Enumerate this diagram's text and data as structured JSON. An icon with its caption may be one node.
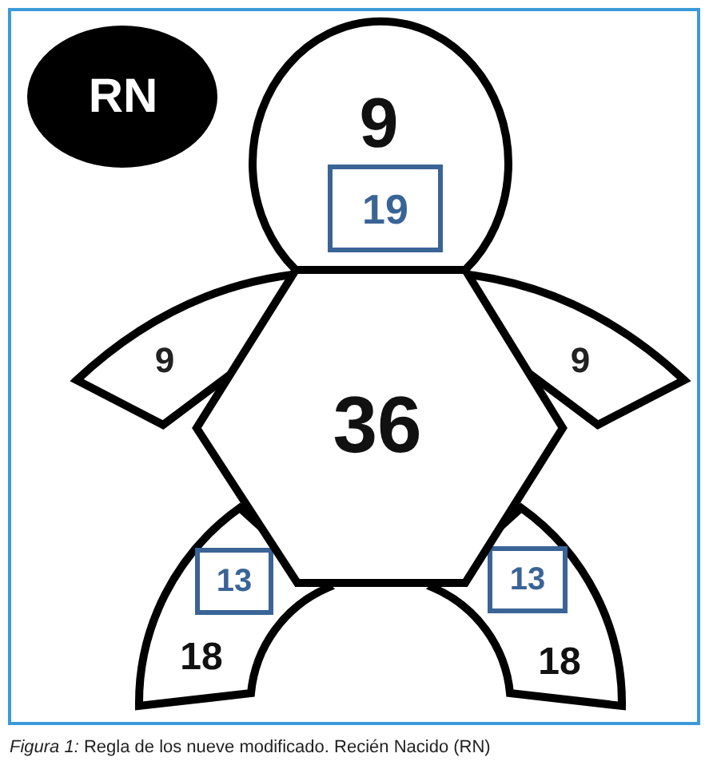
{
  "diagram": {
    "caption": "*Figura 1:* Regla de los nueve modificado. Recién Nacido (RN)",
    "nodes": [
      {
        "text": [
          "RN"
        ]
      },
      {
        "text": [
          "9"
        ]
      },
      {
        "text": [
          "19"
        ],
        "in": 1
      },
      {
        "text": [
          "36"
        ]
      },
      {
        "text": [
          "9"
        ]
      },
      {
        "text": [
          "9"
        ]
      },
      {
        "text": [
          "18"
        ]
      },
      {
        "text": [
          "13"
        ],
        "in": 6
      },
      {
        "text": [
          "18"
        ]
      },
      {
        "text": [
          "13"
        ],
        "in": 8
      }
    ]
  }
}
